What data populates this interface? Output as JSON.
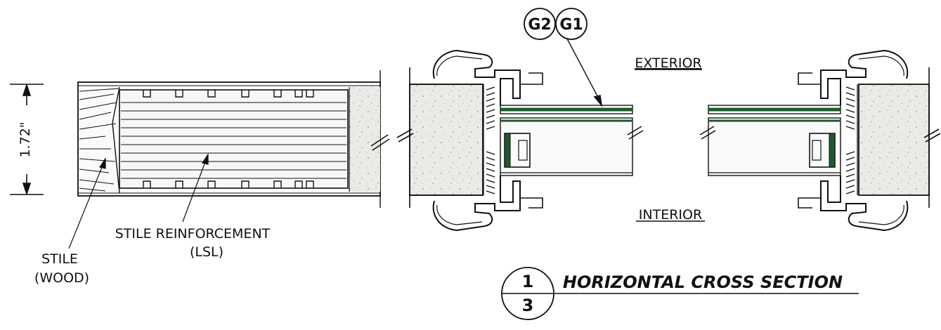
{
  "callouts": {
    "g2": "G2",
    "g1": "G1"
  },
  "dimension": {
    "value": "1.72\""
  },
  "labels": {
    "exterior": "EXTERIOR",
    "interior": "INTERIOR",
    "stile_line1": "STILE",
    "stile_line2": "(WOOD)",
    "reinforcement_line1": "STILE REINFORCEMENT",
    "reinforcement_line2": "(LSL)"
  },
  "section_tag": {
    "top": "1",
    "bottom": "3",
    "title": "HORIZONTAL CROSS SECTION"
  },
  "colors": {
    "ink": "#111111",
    "glass_seal": "#1f5a2e",
    "core_fill": "#e9e9e6"
  }
}
